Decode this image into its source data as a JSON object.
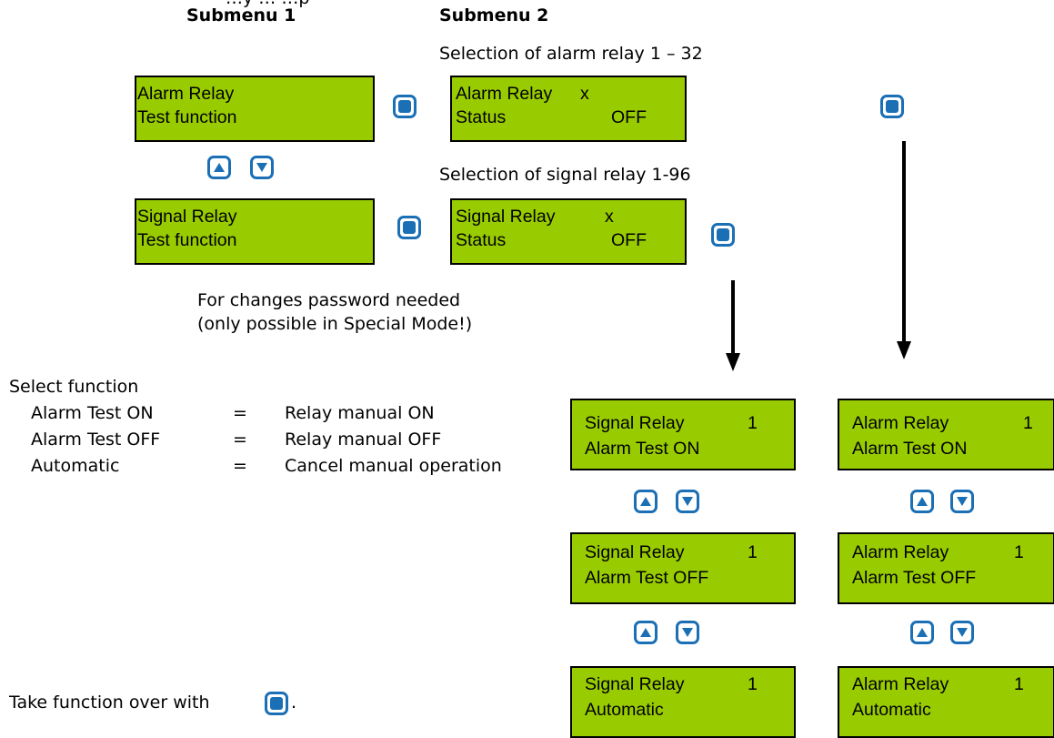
{
  "headers": {
    "cut_top": "…y …  …p",
    "submenu1": "Submenu 1",
    "submenu2": "Submenu 2"
  },
  "notes": {
    "alarm_selection": "Selection of alarm relay 1 – 32",
    "signal_selection": "Selection of signal relay 1-96",
    "password_line1": "For changes password needed",
    "password_line2": "(only possible in Special Mode!)",
    "select_function": "Select function",
    "take_over_prefix": "Take function over with",
    "take_over_suffix": "."
  },
  "functions": [
    {
      "name": "Alarm Test ON",
      "eq": "=",
      "desc": "Relay manual ON"
    },
    {
      "name": "Alarm Test OFF",
      "eq": "=",
      "desc": "Relay manual OFF"
    },
    {
      "name": "Automatic",
      "eq": "=",
      "desc": "Cancel manual operation"
    }
  ],
  "submenu1": {
    "alarm": {
      "line1": "Alarm Relay",
      "line2": "Test function"
    },
    "signal": {
      "line1": "Signal Relay",
      "line2": "Test function"
    }
  },
  "submenu2": {
    "alarm": {
      "line1a": "Alarm Relay",
      "line1b": "x",
      "line2a": "Status",
      "line2b": "OFF"
    },
    "signal": {
      "line1a": "Signal Relay",
      "line1b": "x",
      "line2a": "Status",
      "line2b": "OFF"
    }
  },
  "signal_column": [
    {
      "line1a": "Signal Relay",
      "line1b": "1",
      "line2": "Alarm Test ON"
    },
    {
      "line1a": "Signal Relay",
      "line1b": "1",
      "line2": "Alarm Test OFF"
    },
    {
      "line1a": "Signal Relay",
      "line1b": "1",
      "line2": "Automatic"
    }
  ],
  "alarm_column": [
    {
      "line1a": "Alarm Relay",
      "line1b": "1",
      "line2": "Alarm Test ON"
    },
    {
      "line1a": "Alarm Relay",
      "line1b": "1",
      "line2": "Alarm Test OFF"
    },
    {
      "line1a": "Alarm Relay",
      "line1b": "1",
      "line2": "Automatic"
    }
  ],
  "icons": {
    "enter": "enter-button-icon",
    "up": "up-arrow-button-icon",
    "down": "down-arrow-button-icon"
  },
  "colors": {
    "lcd": "#99cc00",
    "button": "#1a6fb5"
  }
}
